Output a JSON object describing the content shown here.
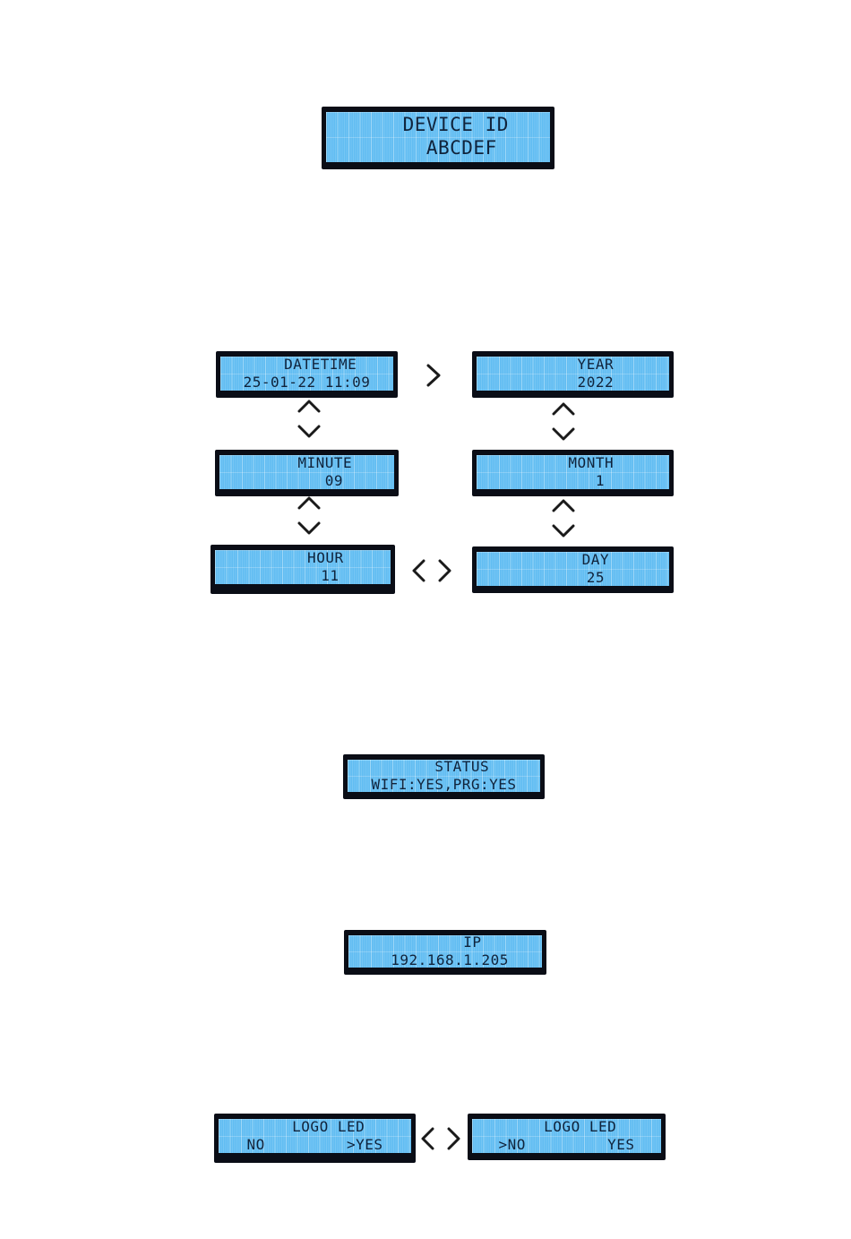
{
  "screens": {
    "device_id": {
      "name": "device-id-screen",
      "line1": "   DEVICE ID",
      "line2": "    ABCDEF"
    },
    "datetime": {
      "name": "datetime-screen",
      "line1": "   DATETIME",
      "line2": "25-01-22 11:09"
    },
    "year": {
      "name": "year-screen",
      "line1": "     YEAR",
      "line2": "     2022"
    },
    "minute": {
      "name": "minute-screen",
      "line1": "    MINUTE",
      "line2": "      09"
    },
    "month": {
      "name": "month-screen",
      "line1": "    MONTH",
      "line2": "      1"
    },
    "hour": {
      "name": "hour-screen",
      "line1": "     HOUR",
      "line2": "      11"
    },
    "day": {
      "name": "day-screen",
      "line1": "     DAY",
      "line2": "     25"
    },
    "status": {
      "name": "status-screen",
      "line1": "    STATUS",
      "line2": "WIFI:YES,PRG:YES"
    },
    "ip": {
      "name": "ip-screen",
      "line1": "      IP",
      "line2": " 192.168.1.205"
    },
    "logo_led_yes": {
      "name": "logo-led-yes-screen",
      "line1": "   LOGO LED",
      "line2": "NO         >YES"
    },
    "logo_led_no": {
      "name": "logo-led-no-screen",
      "line1": "   LOGO LED",
      "line2": ">NO         YES"
    }
  },
  "connectors": {
    "datetime_to_year": "chevron-right",
    "datetime_to_minute_up": "chevron-up",
    "datetime_to_minute_down": "chevron-down",
    "minute_to_hour_up": "chevron-up",
    "minute_to_hour_down": "chevron-down",
    "year_to_month_up": "chevron-up",
    "year_to_month_down": "chevron-down",
    "month_to_day_up": "chevron-up",
    "month_to_day_down": "chevron-down",
    "hour_to_day_left": "chevron-left",
    "hour_to_day_right": "chevron-right",
    "logo_led_left": "chevron-left",
    "logo_led_right": "chevron-right"
  },
  "colors": {
    "lcd_background": "#62bdf2",
    "lcd_text": "#10233b",
    "bezel": "#0a0d16",
    "page_background": "#ffffff"
  }
}
